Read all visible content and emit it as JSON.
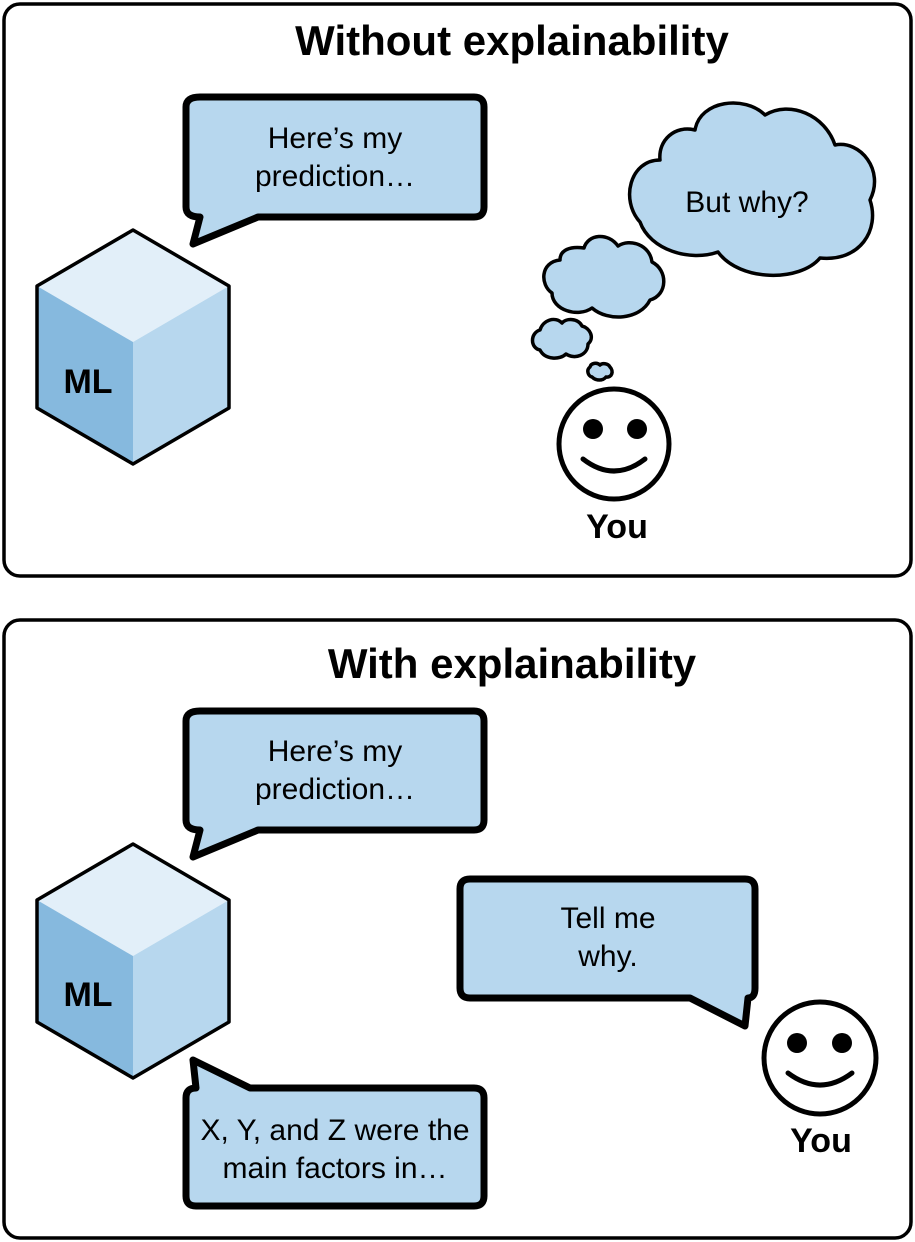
{
  "colors": {
    "bubble_fill": "#b7d7ee",
    "cube_top": "#e2eff9",
    "cube_left": "#86b9de",
    "cube_right": "#b7d7ee",
    "outline": "#000000"
  },
  "panel_top": {
    "title": "Without explainability",
    "ml_bubble": {
      "lines": [
        "Here’s my",
        "prediction…"
      ]
    },
    "cube_label": "ML",
    "thought": {
      "text": "But why?",
      "icon": "thought-cloud-icon"
    },
    "user": {
      "label": "You",
      "icon": "smiley-face-icon"
    }
  },
  "panel_bottom": {
    "title": "With explainability",
    "ml_bubble": {
      "lines": [
        "Here’s my",
        "prediction…"
      ]
    },
    "cube_label": "ML",
    "user_bubble": {
      "lines": [
        "Tell me",
        "why."
      ]
    },
    "explanation_bubble": {
      "lines": [
        "X, Y, and Z were the",
        "main factors in…"
      ]
    },
    "user": {
      "label": "You",
      "icon": "smiley-face-icon"
    }
  }
}
